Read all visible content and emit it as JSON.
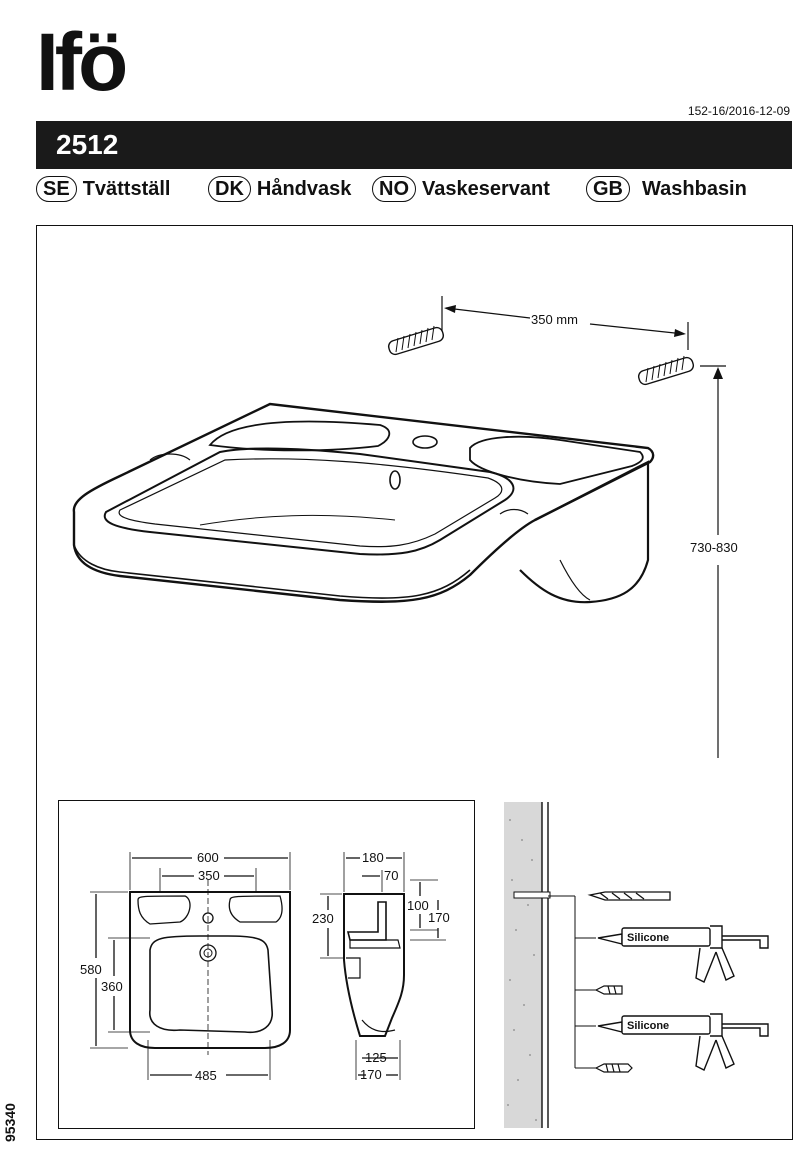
{
  "header": {
    "brand": "Ifö",
    "doc_ref": "152-16/2016-12-09",
    "model": "2512"
  },
  "languages": [
    {
      "code": "SE",
      "name": "Tvättställ"
    },
    {
      "code": "DK",
      "name": "Håndvask"
    },
    {
      "code": "NO",
      "name": "Vaskeservant"
    },
    {
      "code": "GB",
      "name": "Washbasin"
    }
  ],
  "install": {
    "bolt_spacing": "350 mm",
    "mount_height": "730-830"
  },
  "front_view": {
    "width": "600",
    "bolt_spacing": "350",
    "height": "580",
    "inner_height": "360",
    "bottom_width": "485"
  },
  "side_view": {
    "depth": "180",
    "bolt_offset": "70",
    "top_height": "230",
    "dim_100": "100",
    "dim_170_right": "170",
    "bottom_125": "125",
    "bottom_170": "170"
  },
  "wall_tools": {
    "silicone_label_1": "Silicone",
    "silicone_label_2": "Silicone"
  },
  "footer": {
    "article_number": "95340"
  }
}
